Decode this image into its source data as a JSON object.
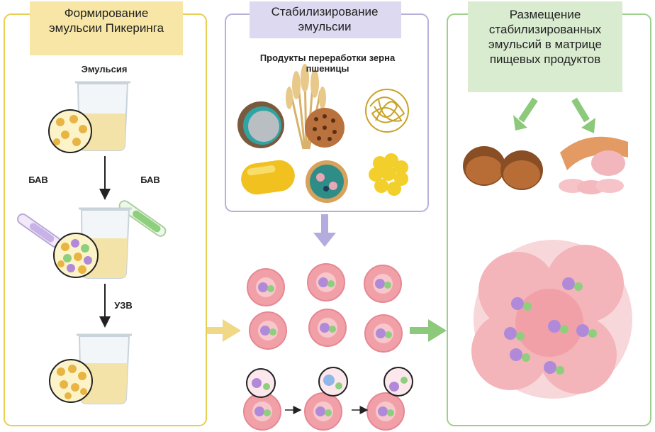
{
  "panels": {
    "left": {
      "title": "Формирование эмульсии Пикеринга",
      "emulsion_label": "Эмульсия",
      "bav_left": "БАВ",
      "bav_right": "БАВ",
      "uzv_label": "УЗВ"
    },
    "middle": {
      "title": "Стабилизирование эмульсии",
      "products_label": "Продукты переработки зерна пшеницы"
    },
    "right": {
      "title": "Размещение стабилизированных эмульсий в матрице пищевых продуктов"
    }
  },
  "colors": {
    "left_border": "#e6cf52",
    "left_header_bg": "#f7e6a6",
    "middle_border": "#b7b1da",
    "middle_header_bg": "#ddd9f0",
    "right_border": "#9fcf8c",
    "right_header_bg": "#d9ecd0",
    "arrow_yellow": "#f0d887",
    "arrow_purple": "#b4abdf",
    "arrow_green": "#8cc97a",
    "cell_pink": "#f2a0a8",
    "oil_yellow": "#f4e3a8",
    "particle_gold": "#e8b544",
    "bav_purple": "#b08ad9",
    "bav_green": "#8ecf7e"
  }
}
